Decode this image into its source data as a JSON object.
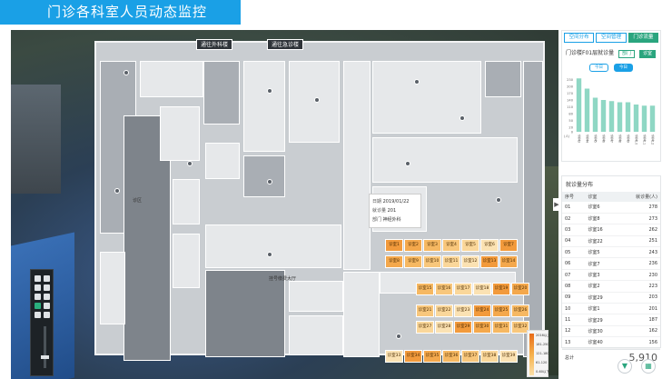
{
  "title": "门诊各科室人员动态监控",
  "scene": {
    "building_tags": [
      "通往外科楼",
      "通往急诊楼"
    ],
    "corridor_label": "挂号缴费大厅",
    "tooltip": {
      "date_label": "日期",
      "date_value": "2019/01/22",
      "visits_label": "就诊量",
      "visits_value": "201",
      "dept_label": "部门",
      "dept_value": "神经外科"
    },
    "heat_rows": [
      [
        "诊室1",
        "诊室2",
        "诊室3",
        "诊室4",
        "诊室5",
        "诊室6",
        "诊室7"
      ],
      [
        "诊室8",
        "诊室9",
        "诊室10",
        "诊室11",
        "诊室12",
        "诊室13",
        "诊室14"
      ],
      [
        "诊室15",
        "诊室16",
        "诊室17",
        "诊室18",
        "诊室19",
        "诊室20"
      ],
      [
        "诊室21",
        "诊室22",
        "诊室23",
        "诊室24",
        "诊室25",
        "诊室26"
      ],
      [
        "诊室27",
        "诊室28",
        "诊室29",
        "诊室30",
        "诊室31",
        "诊室32"
      ],
      [
        "诊室33",
        "诊室34",
        "诊室35",
        "诊室36",
        "诊室37",
        "诊室38",
        "诊室39"
      ]
    ],
    "legend": [
      "2016以上",
      "181-250",
      "121-180",
      "61-120",
      "0-60以下"
    ]
  },
  "panel": {
    "tabs": [
      {
        "label": "空间分布",
        "active": false
      },
      {
        "label": "空间管理",
        "active": false
      },
      {
        "label": "门诊流量",
        "active": true
      }
    ],
    "flow_title": "门诊楼F01层就诊量",
    "chips": [
      {
        "label": "部门",
        "selected": false
      },
      {
        "label": "诊室",
        "selected": true
      }
    ],
    "segments": [
      {
        "label": "今日",
        "selected": false
      },
      {
        "label": "今日",
        "selected": true
      }
    ],
    "distribution_title": "就诊量分布",
    "table_headers": [
      "序号",
      "诊室",
      "就诊量(人)"
    ],
    "rows": [
      {
        "no": "01",
        "room": "诊室6",
        "value": "278"
      },
      {
        "no": "02",
        "room": "诊室8",
        "value": "273"
      },
      {
        "no": "03",
        "room": "诊室16",
        "value": "262"
      },
      {
        "no": "04",
        "room": "诊室22",
        "value": "251"
      },
      {
        "no": "05",
        "room": "诊室5",
        "value": "243"
      },
      {
        "no": "06",
        "room": "诊室7",
        "value": "236"
      },
      {
        "no": "07",
        "room": "诊室3",
        "value": "230"
      },
      {
        "no": "08",
        "room": "诊室2",
        "value": "223"
      },
      {
        "no": "09",
        "room": "诊室29",
        "value": "203"
      },
      {
        "no": "10",
        "room": "诊室1",
        "value": "201"
      },
      {
        "no": "11",
        "room": "诊室29",
        "value": "187"
      },
      {
        "no": "12",
        "room": "诊室30",
        "value": "162"
      },
      {
        "no": "13",
        "room": "诊室40",
        "value": "156"
      }
    ],
    "total_label": "总计",
    "total_value": "5,910"
  },
  "chart_data": {
    "type": "bar",
    "categories": [
      "诊室3",
      "诊室4",
      "诊室5",
      "诊室6",
      "诊室7",
      "诊室8",
      "诊室9",
      "诊室10",
      "诊室11",
      "诊室12"
    ],
    "values": [
      235,
      190,
      150,
      140,
      135,
      130,
      130,
      120,
      115,
      115
    ],
    "yticks": [
      0,
      20,
      50,
      80,
      110,
      140,
      170,
      200,
      230
    ],
    "ylabel": "(人)",
    "ylim": [
      0,
      240
    ],
    "colors": {
      "bar": "#8fd7c4"
    }
  }
}
